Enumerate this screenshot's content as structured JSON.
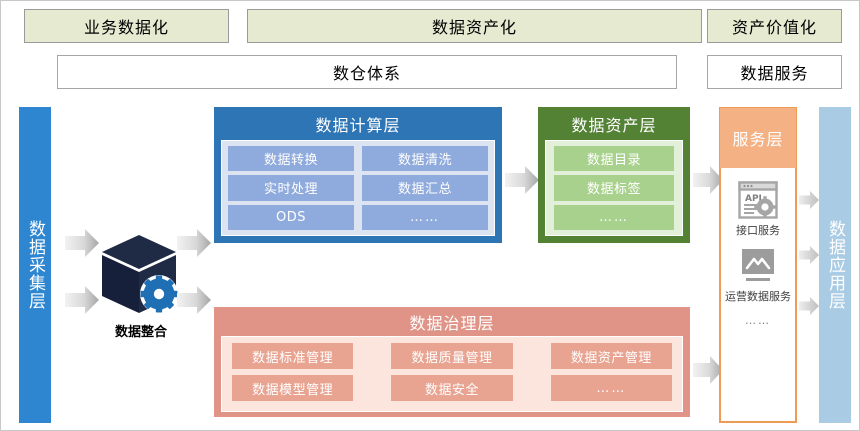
{
  "top_banners": [
    {
      "label": "业务数据化"
    },
    {
      "label": "数据资产化"
    },
    {
      "label": "资产价值化"
    }
  ],
  "second_row": [
    {
      "label": "数仓体系"
    },
    {
      "label": "数据服务"
    }
  ],
  "left_bar": {
    "label": "数据采集层"
  },
  "right_bar": {
    "label": "数据应用层"
  },
  "integration": {
    "label": "数据整合",
    "icon": "cube-gear-icon"
  },
  "compute_layer": {
    "title": "数据计算层",
    "items": [
      "数据转换",
      "数据清洗",
      "实时处理",
      "数据汇总",
      "ODS",
      "……"
    ]
  },
  "asset_layer": {
    "title": "数据资产层",
    "items": [
      "数据目录",
      "数据标签",
      "……"
    ]
  },
  "governance_layer": {
    "title": "数据治理层",
    "items": [
      "数据标准管理",
      "数据质量管理",
      "数据资产管理",
      "数据模型管理",
      "数据安全",
      "……"
    ]
  },
  "service_layer": {
    "title": "服务层",
    "items": [
      {
        "label": "接口服务",
        "icon": "api-window-gear-icon"
      },
      {
        "label": "运营数据服务",
        "icon": "monitor-chart-icon"
      }
    ],
    "more": "……"
  },
  "colors": {
    "banner_fill": "#E5EAD0",
    "collect_bar": "#2E86D1",
    "app_bar": "#A9CBE3",
    "compute_header": "#2E75B6",
    "compute_body": "#DCE4F2",
    "compute_chip": "#8FAADC",
    "asset_header": "#548235",
    "asset_body": "#E2EFD9",
    "asset_chip": "#A9D18E",
    "governance_header": "#E09487",
    "governance_body": "#FBE5DC",
    "governance_chip": "#E8A391",
    "service_header": "#F4B183",
    "cube_dark": "#1F2A44",
    "gear_blue": "#1F6FB5",
    "arrow_gray": "#BFBFBF"
  }
}
